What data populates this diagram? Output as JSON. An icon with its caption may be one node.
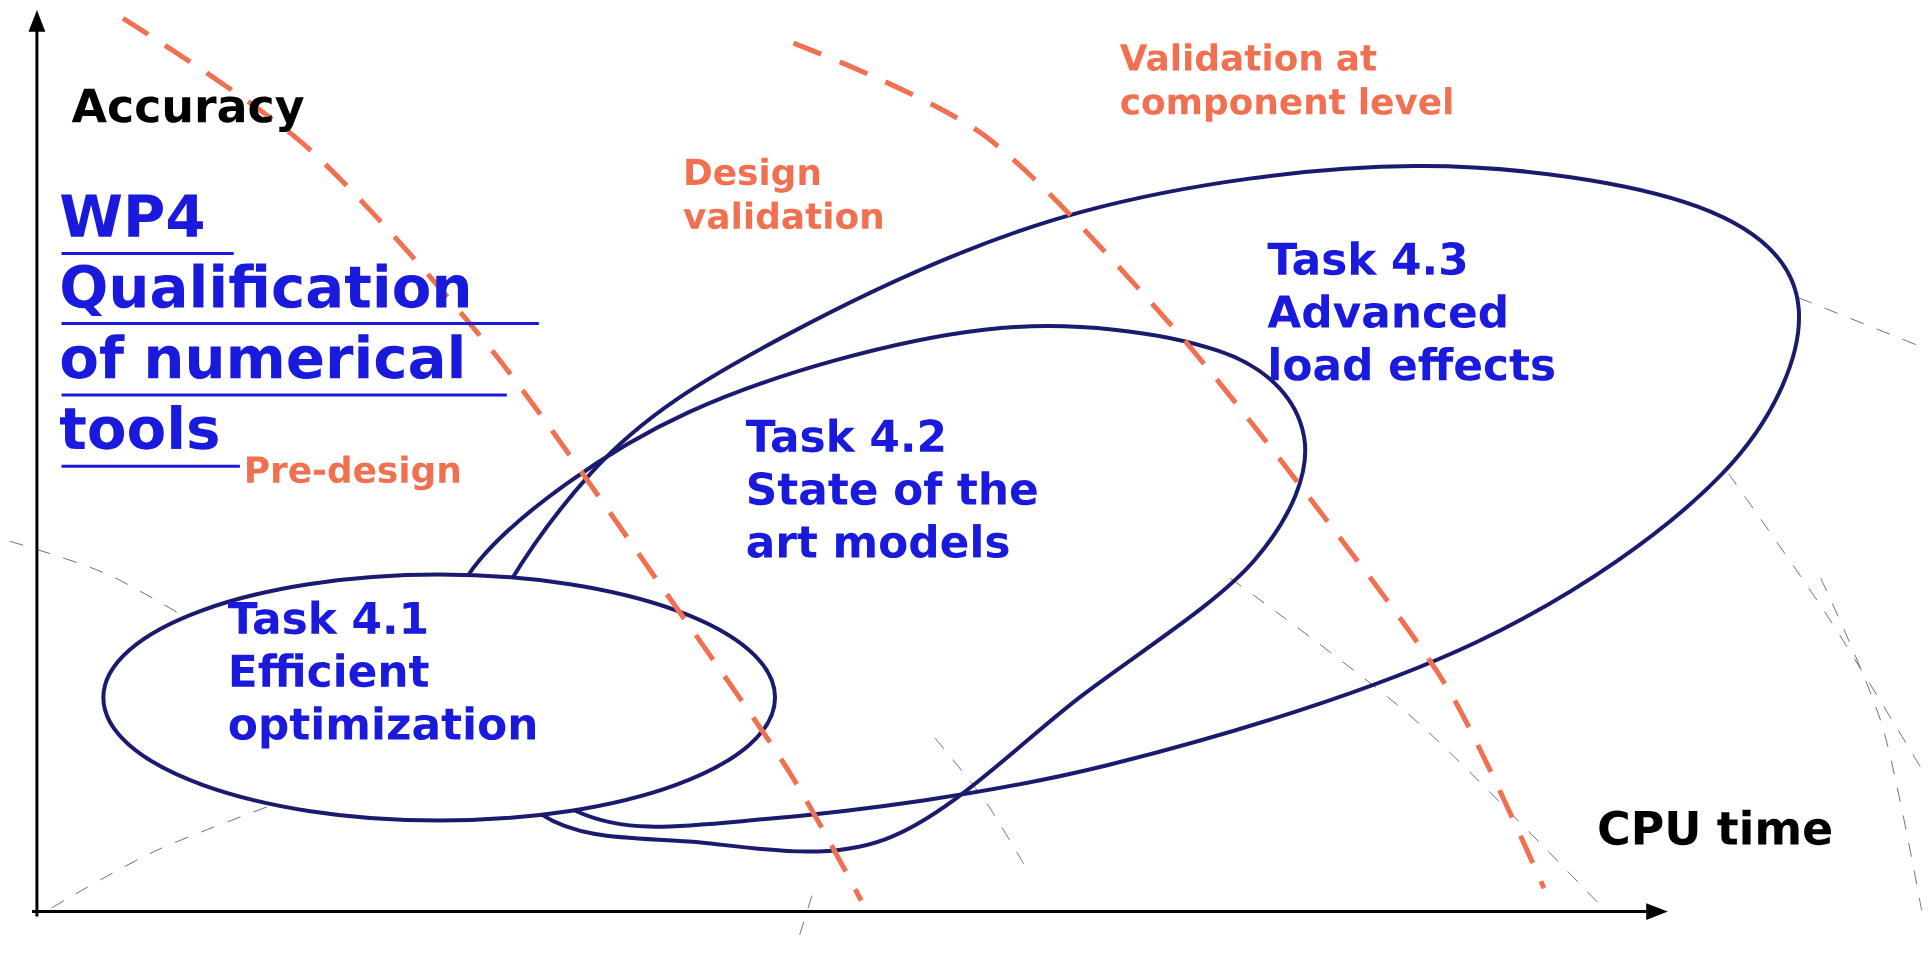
{
  "diagram": {
    "nodes": [
      {
        "text": [
          "Task 4.1",
          "Efficient optimization"
        ]
      },
      {
        "text": [
          "Task 4.2",
          "State of the art models"
        ]
      },
      {
        "text": [
          "Task 4.3",
          "Advanced load effects"
        ]
      }
    ],
    "labels": [
      "Validation at component level",
      "Accuracy",
      "Design validation",
      "WP4 Qualification of numerical tools",
      "Pre-design",
      "CPU time"
    ]
  }
}
